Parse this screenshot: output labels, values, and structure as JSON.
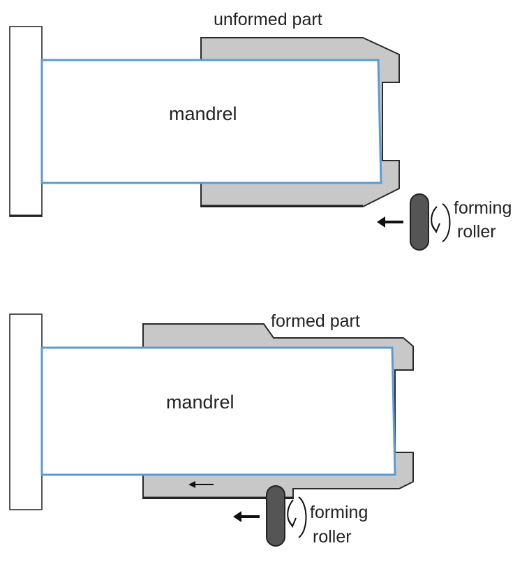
{
  "colors": {
    "part_fill": "#c8c8c8",
    "part_stroke": "#2a2a2a",
    "mandrel_stroke": "#5b9bd5",
    "roller_fill": "#555555",
    "arrow": "#111111"
  },
  "top_panel": {
    "part_label": "unformed part",
    "mandrel_label": "mandrel",
    "roller_label_1": "forming",
    "roller_label_2": "roller"
  },
  "bottom_panel": {
    "part_label": "formed part",
    "mandrel_label": "mandrel",
    "roller_label_1": "forming",
    "roller_label_2": "roller"
  }
}
